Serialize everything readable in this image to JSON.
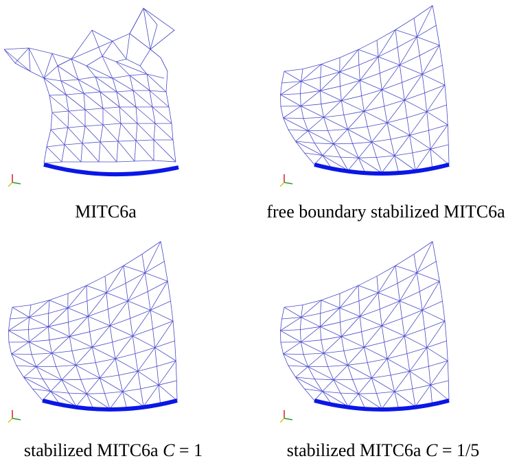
{
  "figure": {
    "panels": [
      {
        "id": "p1",
        "caption": {
          "text": "MITC6a",
          "math": ""
        }
      },
      {
        "id": "p2",
        "caption": {
          "text": "free boundary stabilized MITC6a",
          "math": ""
        }
      },
      {
        "id": "p3",
        "caption": {
          "text": "stabilized MITC6a ",
          "math_var": "C",
          "math_eq": " = 1"
        }
      },
      {
        "id": "p4",
        "caption": {
          "text": "stabilized MITC6a ",
          "math_var": "C",
          "math_eq": " = 1/5"
        }
      }
    ],
    "colors": {
      "mesh": "#4747c8",
      "boundary": "#0a17e6",
      "axis_red": "#d02020",
      "axis_green": "#20a020",
      "axis_yellow": "#c8c820"
    }
  }
}
